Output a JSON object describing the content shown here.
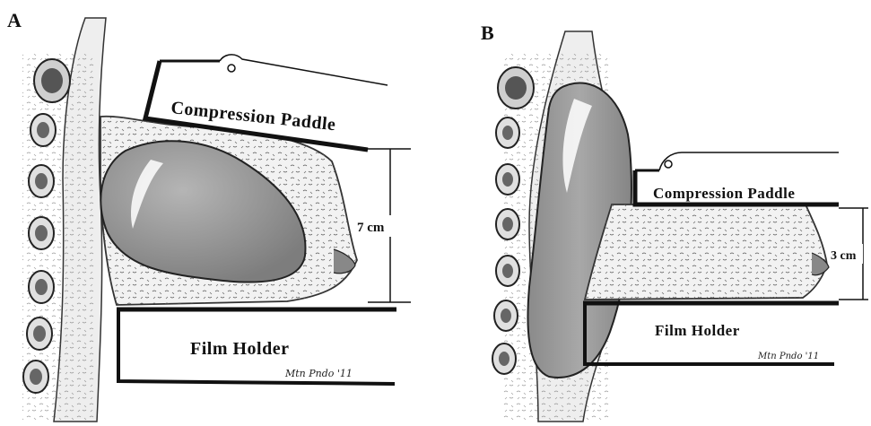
{
  "figure": {
    "panel_a": {
      "label": "A",
      "paddle_label": "Compression Paddle",
      "holder_label": "Film Holder",
      "measurement": "7 cm"
    },
    "panel_b": {
      "label": "B",
      "paddle_label": "Compression Paddle",
      "holder_label": "Film Holder",
      "measurement": "3 cm"
    }
  },
  "colors": {
    "ink": "#111111",
    "implant_fill": "#8e8e8e",
    "tissue_fill": "#f1f1f1",
    "rib_fill": "#cfcfcf"
  }
}
